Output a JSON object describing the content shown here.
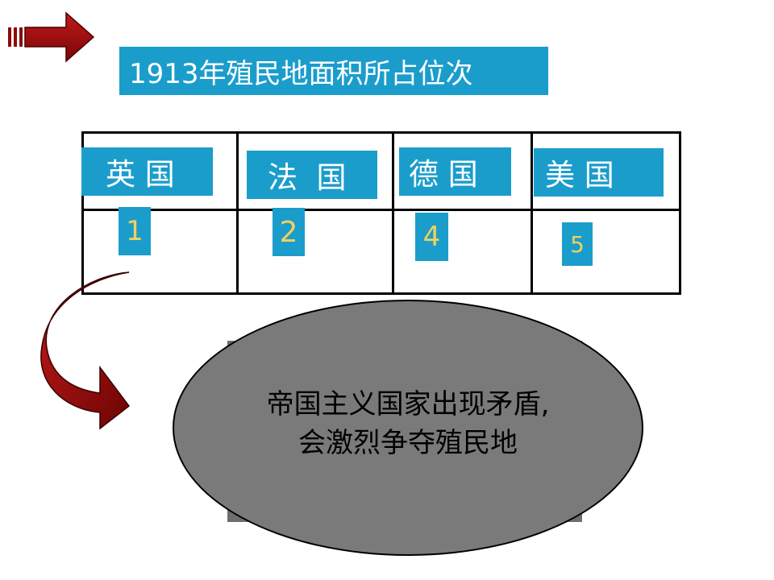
{
  "title": "1913年殖民地面积所占位次",
  "table": {
    "countries": [
      "英 国",
      "法  国",
      "德 国",
      "美 国"
    ],
    "ranks": [
      "1",
      "2",
      "4",
      "5"
    ]
  },
  "conclusion": {
    "line1": "帝国主义国家出现矛盾,",
    "line2": "会激烈争夺殖民地"
  },
  "colors": {
    "accent_blue": "#1b9dcc",
    "rank_text": "#f2d15c",
    "arrow_red": "#8b0a0a",
    "ellipse_gray": "#7a7a7a"
  },
  "icons": [
    "right-arrow-icon",
    "curved-arrow-icon"
  ]
}
